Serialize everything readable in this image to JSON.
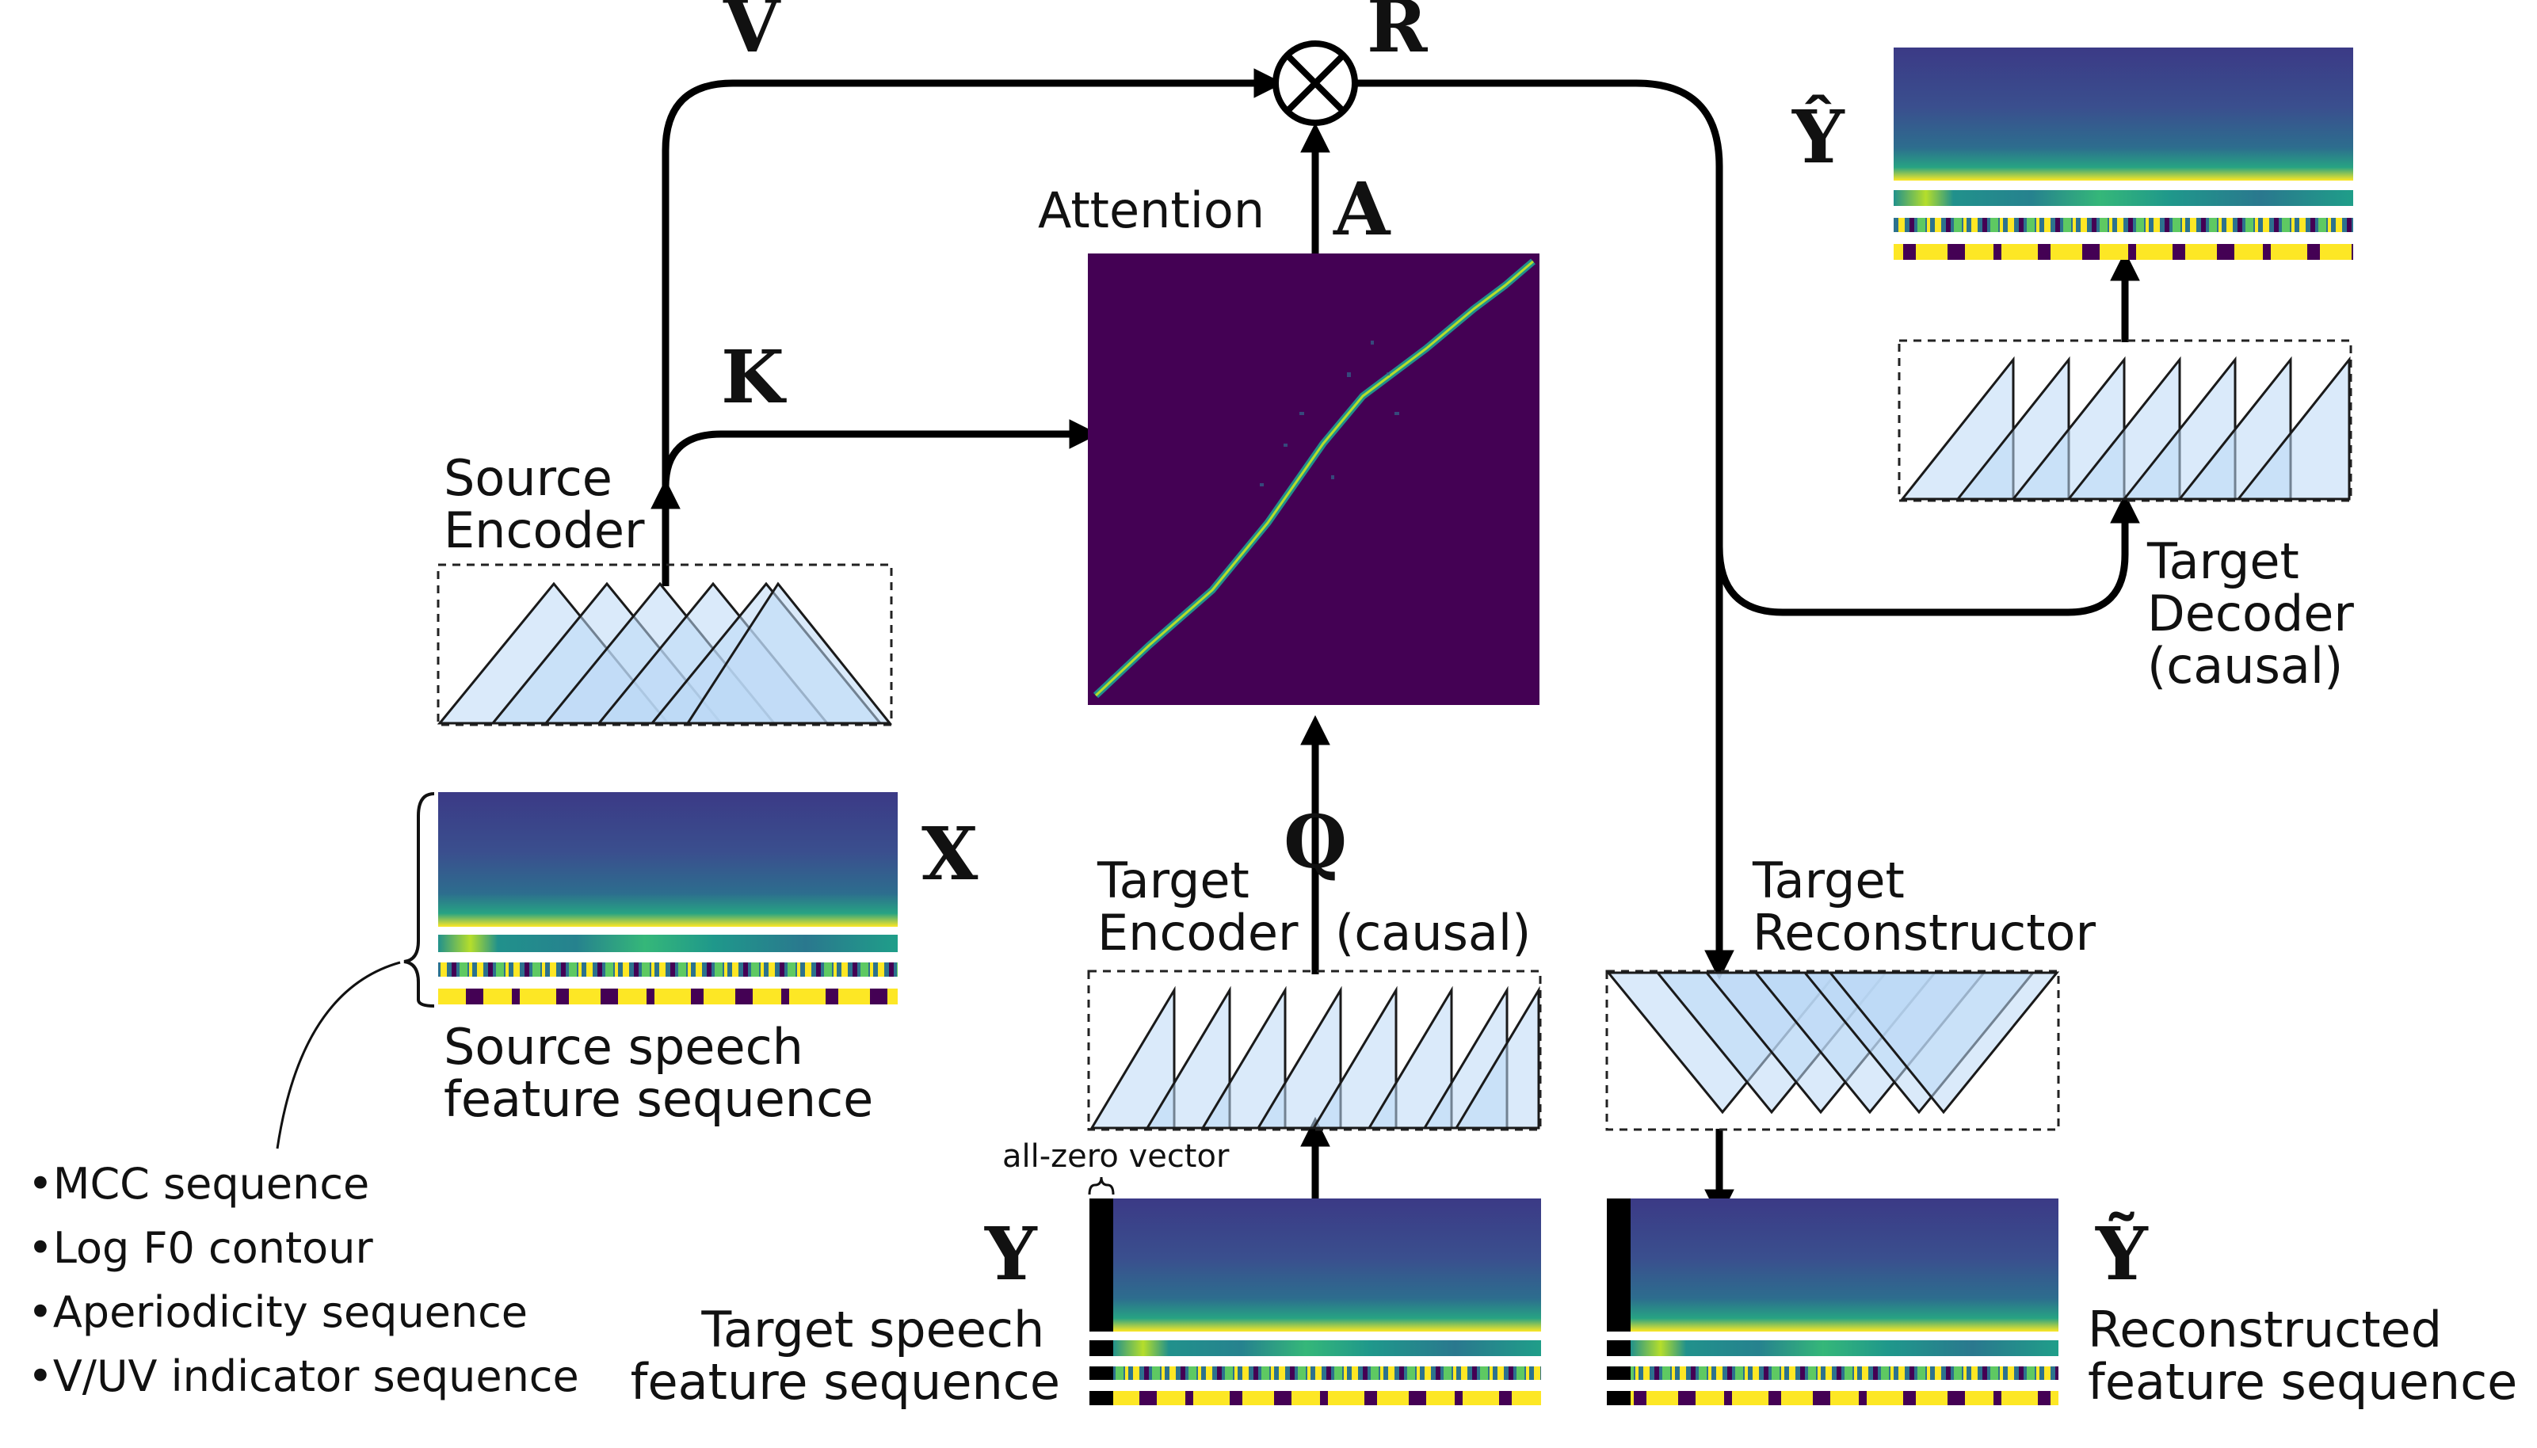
{
  "symbols": {
    "V": "V",
    "R": "R",
    "A": "A",
    "K": "K",
    "X": "X",
    "Q": "Q",
    "Y": "Y",
    "Y_hat": "Ŷ",
    "Y_tilde": "Ỹ"
  },
  "labels": {
    "attention": "Attention",
    "source_encoder": [
      "Source",
      "Encoder"
    ],
    "target_encoder": [
      "Target",
      "Encoder"
    ],
    "target_encoder_causal": "(causal)",
    "target_reconstructor": [
      "Target",
      "Reconstructor"
    ],
    "target_decoder": [
      "Target",
      "Decoder",
      "(causal)"
    ],
    "source_feature": [
      "Source speech",
      "feature sequence"
    ],
    "target_feature": [
      "Target speech",
      "feature sequence"
    ],
    "reconstructed_feature": [
      "Reconstructed",
      "feature sequence"
    ],
    "all_zero_vector": "all-zero vector"
  },
  "feature_list": [
    "MCC sequence",
    "Log F0 contour",
    "Aperiodicity sequence",
    "V/UV indicator sequence"
  ],
  "colors": {
    "viridis_dark": "#440154",
    "viridis_blue": "#3b528b",
    "viridis_teal": "#21918c",
    "viridis_green": "#5ec962",
    "viridis_yellow": "#fde725",
    "block_fill": "#bcd8f6"
  }
}
